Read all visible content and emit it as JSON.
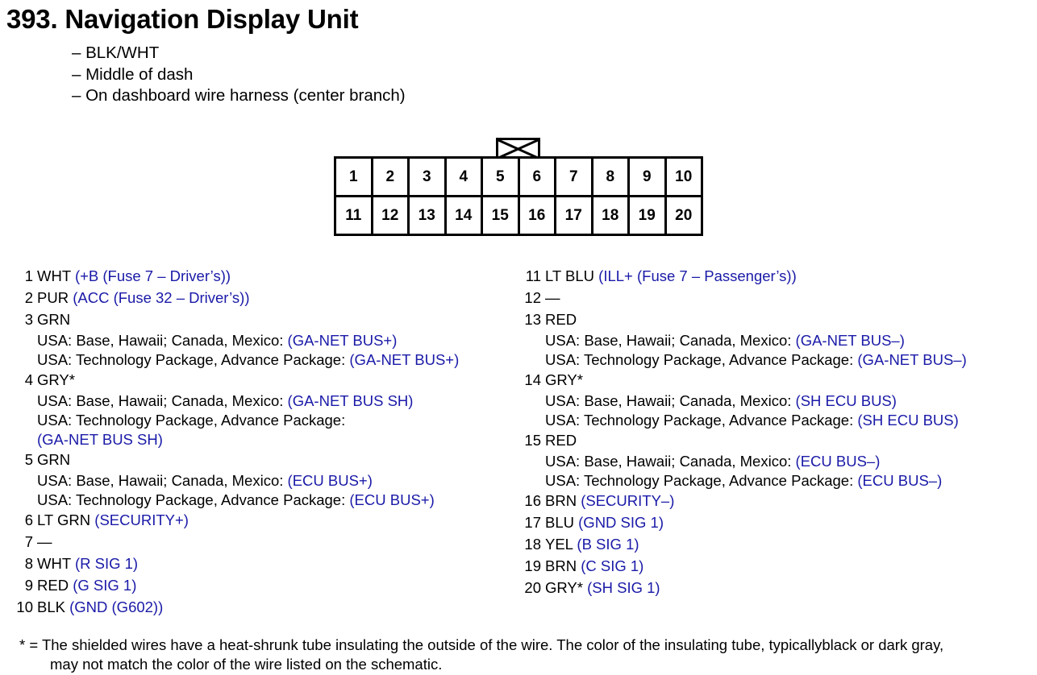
{
  "document": {
    "title": "393. Navigation Display Unit",
    "meta": [
      "– BLK/WHT",
      "– Middle of dash",
      "– On dashboard wire harness (center branch)"
    ]
  },
  "connector": {
    "row1": [
      "1",
      "2",
      "3",
      "4",
      "5",
      "6",
      "7",
      "8",
      "9",
      "10"
    ],
    "row2": [
      "11",
      "12",
      "13",
      "14",
      "15",
      "16",
      "17",
      "18",
      "19",
      "20"
    ]
  },
  "pins_left": [
    {
      "num": "1",
      "wire": "WHT",
      "signal": "(+B (Fuse 7 – Driver’s))",
      "subs": []
    },
    {
      "num": "2",
      "wire": "PUR",
      "signal": "(ACC (Fuse 32 – Driver’s))",
      "subs": []
    },
    {
      "num": "3",
      "wire": "GRN",
      "signal": "",
      "subs": [
        {
          "prefix": "USA: Base, Hawaii; Canada, Mexico:",
          "signal": "(GA-NET BUS+)"
        },
        {
          "prefix": "USA: Technology Package, Advance Package:",
          "signal": "(GA-NET BUS+)"
        }
      ]
    },
    {
      "num": "4",
      "wire": "GRY*",
      "signal": "",
      "subs": [
        {
          "prefix": "USA: Base, Hawaii; Canada, Mexico:",
          "signal": "(GA-NET BUS SH)"
        },
        {
          "prefix": "USA: Technology Package, Advance Package:",
          "signal": ""
        },
        {
          "prefix": "",
          "signal": "(GA-NET BUS SH)"
        }
      ]
    },
    {
      "num": "5",
      "wire": "GRN",
      "signal": "",
      "subs": [
        {
          "prefix": "USA: Base, Hawaii; Canada, Mexico:",
          "signal": "(ECU BUS+)"
        },
        {
          "prefix": "USA: Technology Package, Advance Package:",
          "signal": "(ECU BUS+)"
        }
      ]
    },
    {
      "num": "6",
      "wire": "LT GRN",
      "signal": "(SECURITY+)",
      "subs": []
    },
    {
      "num": "7",
      "wire": "—",
      "signal": "",
      "subs": []
    },
    {
      "num": "8",
      "wire": "WHT",
      "signal": "(R SIG 1)",
      "subs": []
    },
    {
      "num": "9",
      "wire": "RED",
      "signal": "(G SIG 1)",
      "subs": []
    },
    {
      "num": "10",
      "wire": "BLK",
      "signal": "(GND (G602))",
      "subs": []
    }
  ],
  "pins_right": [
    {
      "num": "11",
      "wire": "LT BLU",
      "signal": "(ILL+ (Fuse 7 – Passenger’s))",
      "subs": []
    },
    {
      "num": "12",
      "wire": "—",
      "signal": "",
      "subs": []
    },
    {
      "num": "13",
      "wire": "RED",
      "signal": "",
      "subs": [
        {
          "prefix": "USA: Base, Hawaii; Canada, Mexico:",
          "signal": "(GA-NET BUS–)"
        },
        {
          "prefix": "USA: Technology Package, Advance Package:",
          "signal": "(GA-NET BUS–)"
        }
      ]
    },
    {
      "num": "14",
      "wire": "GRY*",
      "signal": "",
      "subs": [
        {
          "prefix": "USA: Base, Hawaii; Canada, Mexico:",
          "signal": "(SH ECU BUS)"
        },
        {
          "prefix": "USA: Technology Package, Advance Package:",
          "signal": "(SH ECU BUS)"
        }
      ]
    },
    {
      "num": "15",
      "wire": "RED",
      "signal": "",
      "subs": [
        {
          "prefix": "USA: Base, Hawaii; Canada, Mexico:",
          "signal": "(ECU BUS–)"
        },
        {
          "prefix": "USA: Technology Package, Advance Package:",
          "signal": "(ECU BUS–)"
        }
      ]
    },
    {
      "num": "16",
      "wire": "BRN",
      "signal": "(SECURITY–)",
      "subs": []
    },
    {
      "num": "17",
      "wire": "BLU",
      "signal": "(GND SIG 1)",
      "subs": []
    },
    {
      "num": "18",
      "wire": "YEL",
      "signal": "(B SIG 1)",
      "subs": []
    },
    {
      "num": "19",
      "wire": "BRN",
      "signal": "(C SIG 1)",
      "subs": []
    },
    {
      "num": "20",
      "wire": "GRY*",
      "signal": "(SH SIG 1)",
      "subs": []
    }
  ],
  "footnote": {
    "line1": "* = The shielded wires have a heat-shrunk tube insulating the outside of the wire. The color of the insulating tube, typicallyblack or dark gray,",
    "line2": "may not match the color of the wire listed on the schematic."
  },
  "colors": {
    "text": "#000000",
    "signal": "#1a1aa8",
    "background": "#ffffff"
  }
}
